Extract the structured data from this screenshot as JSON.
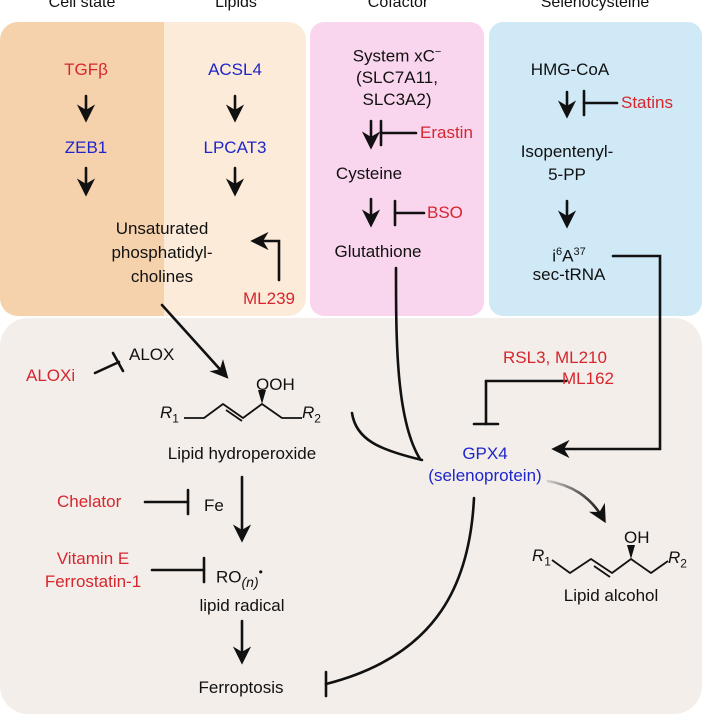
{
  "headers": {
    "cell_state": "Cell state",
    "lipids": "Lipids",
    "cofactor": "Cofactor",
    "selenocysteine": "Selenocysteine"
  },
  "colors": {
    "red_label": "#d6262e",
    "blue_label": "#1f26c9",
    "cell_state_bg": "#f6d2ac",
    "lipids_bg": "#fcebd9",
    "cofactor_bg": "#fad6ee",
    "selenocysteine_bg": "#cfe9f7",
    "bottom_bg": "#f3eeea"
  },
  "cell_state": {
    "tgfb": "TGFβ",
    "zeb1": "ZEB1"
  },
  "lipids": {
    "acsl4": "ACSL4",
    "lpcat3": "LPCAT3",
    "unsat_1": "Unsaturated",
    "unsat_2": "phosphatidyl-",
    "unsat_3": "cholines",
    "ml239": "ML239"
  },
  "cofactor": {
    "system_1": "System xC",
    "system_sup": "−",
    "system_2": "(SLC7A11,",
    "system_3": "SLC3A2)",
    "erastin": "Erastin",
    "cysteine": "Cysteine",
    "bso": "BSO",
    "glutathione": "Glutathione"
  },
  "selenocysteine": {
    "hmgcoa": "HMG-CoA",
    "statins": "Statins",
    "ipp_1": "Isopentenyl-",
    "ipp_2": "5-PP",
    "i6a_base_i": "i",
    "i6a_sup6": "6",
    "i6a_base_a": "A",
    "i6a_sup37": "37",
    "sectrna": "sec-tRNA"
  },
  "bottom": {
    "alox": "ALOX",
    "aloxi": "ALOXi",
    "ooh": "OOH",
    "r1": "R",
    "r1_sub": "1",
    "r2": "R",
    "r2_sub": "2",
    "lipid_hydroperoxide": "Lipid hydroperoxide",
    "chelator": "Chelator",
    "fe": "Fe",
    "vitamin_e": "Vitamin E",
    "ferrostatin": "Ferrostatin-1",
    "ro_base": "RO",
    "ro_n": "(n)",
    "ro_dot": "•",
    "lipid_radical": "lipid radical",
    "ferroptosis": "Ferroptosis",
    "rsl3": "RSL3, ML210",
    "ml162": "ML162",
    "gpx4": "GPX4",
    "selenoprotein": "(selenoprotein)",
    "oh": "OH",
    "r1b": "R",
    "r1b_sub": "1",
    "r2b": "R",
    "r2b_sub": "2",
    "lipid_alcohol": "Lipid alcohol"
  }
}
